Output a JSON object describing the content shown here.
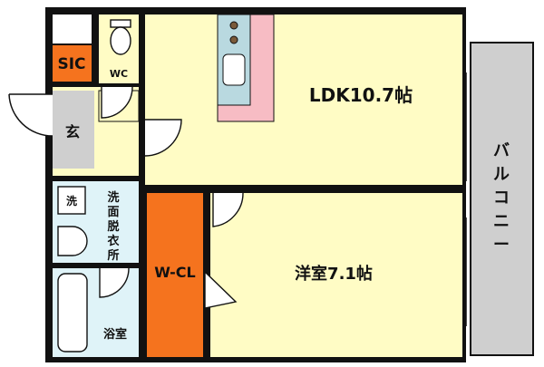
{
  "rooms": {
    "sic": "SIC",
    "wc": "WC",
    "ldk": "LDK10.7帖",
    "entrance": "玄",
    "washroom_sink": "洗",
    "washroom_chars": [
      "洗",
      "面",
      "脱",
      "衣",
      "所"
    ],
    "closet": "W-CL",
    "bedroom": "洋室7.1帖",
    "bathroom": "浴室",
    "balcony_chars": [
      "バ",
      "ル",
      "コ",
      "ニ",
      "ー"
    ]
  },
  "colors": {
    "wall": "#111111",
    "floor": "#fffcc5",
    "entrance_floor": "#cfcfcf",
    "bath_floor": "#dff3f8",
    "closet": "#f5731e",
    "sic": "#f5731e",
    "kitchen_counter": "#b9d9e0",
    "kitchen_pink": "#f7bcc4",
    "balcony": "#cfcfcf"
  },
  "icons": [
    "toilet-icon",
    "kitchen-sink-icon",
    "stove-burner-icon",
    "bathtub-icon",
    "washbasin-icon",
    "washing-machine-icon",
    "watermark-logo"
  ]
}
